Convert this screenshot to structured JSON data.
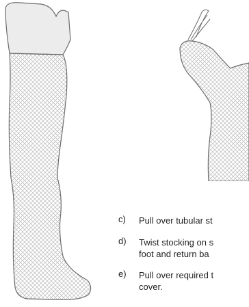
{
  "steps": [
    {
      "letter": "c)",
      "text": "Pull over tubular st"
    },
    {
      "letter": "d)",
      "text": "Twist stocking on s",
      "continuation": "foot and return ba"
    },
    {
      "letter": "e)",
      "text": "Pull over required t",
      "continuation": "cover."
    }
  ],
  "colors": {
    "outline": "#6b6b6b",
    "mesh": "#b9b9b9",
    "skin": "#ececec",
    "text": "#1f1f1f"
  }
}
